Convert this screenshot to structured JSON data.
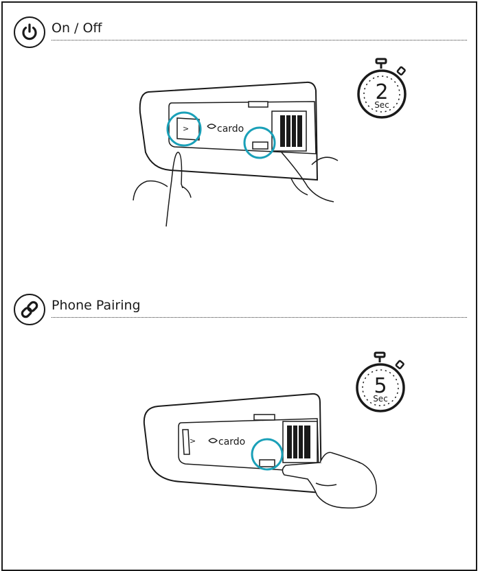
{
  "sections": [
    {
      "title": "On / Off",
      "icon": "power-icon",
      "timer": {
        "value": "2",
        "unit": "Sec"
      },
      "device_brand": "cardo"
    },
    {
      "title": "Phone Pairing",
      "icon": "link-icon",
      "timer": {
        "value": "5",
        "unit": "Sec"
      },
      "device_brand": "cardo"
    }
  ],
  "colors": {
    "highlight": "#1aa0b8",
    "ink": "#1a1a1a"
  }
}
